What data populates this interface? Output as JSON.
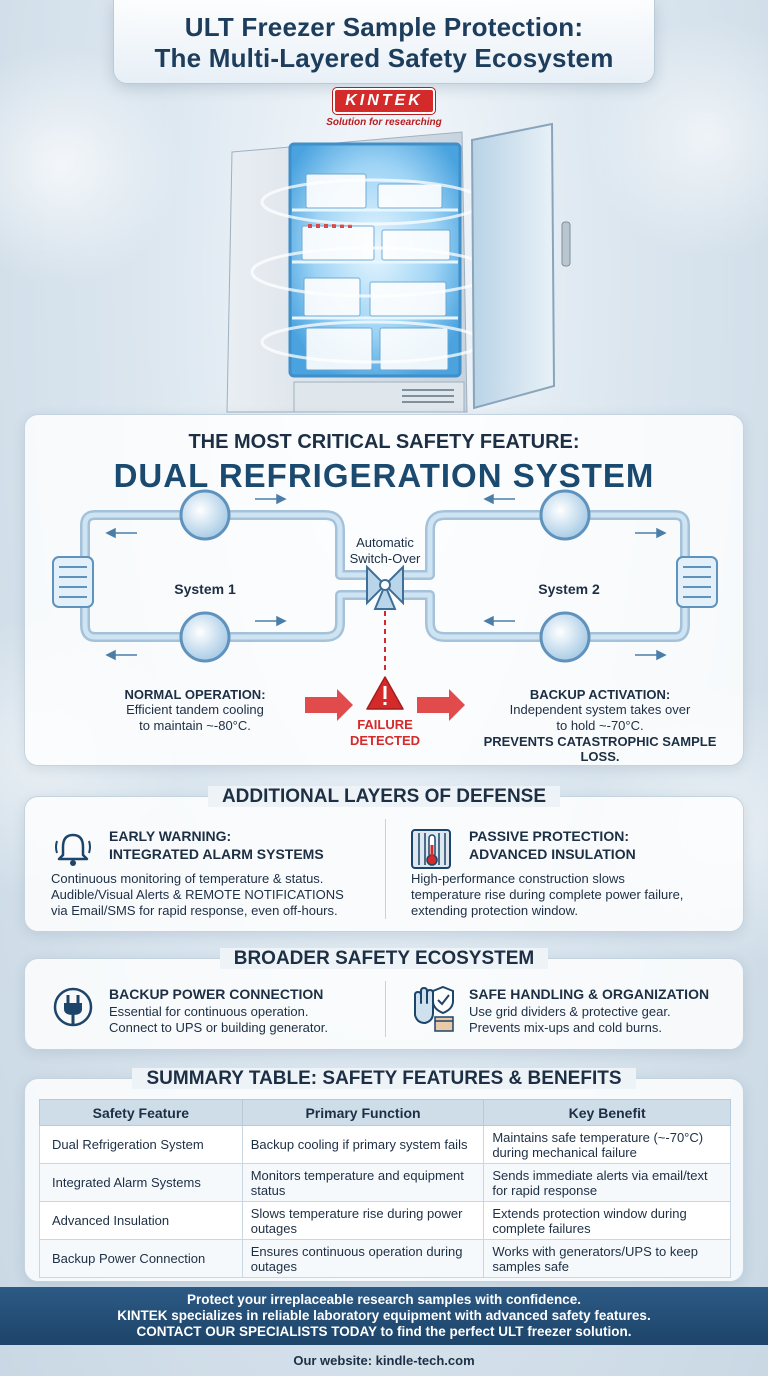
{
  "header": {
    "title_line1": "ULT Freezer Sample Protection:",
    "title_line2": "The Multi-Layered Safety Ecosystem",
    "logo_text": "KINTEK",
    "logo_tagline": "Solution for researching"
  },
  "dual": {
    "kicker": "THE MOST CRITICAL SAFETY FEATURE:",
    "title": "DUAL REFRIGERATION SYSTEM",
    "system1_label": "System 1",
    "system2_label": "System 2",
    "switch_line1": "Automatic",
    "switch_line2": "Switch-Over",
    "normal_head": "NORMAL OPERATION:",
    "normal_line1": "Efficient tandem cooling",
    "normal_line2": "to maintain ~-80°C.",
    "failure_line1": "FAILURE",
    "failure_line2": "DETECTED",
    "backup_head": "BACKUP ACTIVATION:",
    "backup_line1": "Independent system takes over",
    "backup_line2": "to hold ~-70°C.",
    "backup_line3": "PREVENTS CATASTROPHIC SAMPLE LOSS.",
    "colors": {
      "pipe": "#9fc6e4",
      "pipe_edge": "#5f93bd",
      "alert": "#d42a2a"
    }
  },
  "defense": {
    "title": "ADDITIONAL LAYERS OF DEFENSE",
    "alarm": {
      "icon": "bell-icon",
      "head1": "EARLY WARNING:",
      "head2": "INTEGRATED ALARM SYSTEMS",
      "body1": "Continuous monitoring of temperature & status.",
      "body2": "Audible/Visual Alerts & REMOTE NOTIFICATIONS",
      "body3": "via Email/SMS for rapid response, even off-hours."
    },
    "insulation": {
      "icon": "insulation-thermometer-icon",
      "head1": "PASSIVE PROTECTION:",
      "head2": "ADVANCED INSULATION",
      "body1": "High-performance construction slows",
      "body2": "temperature rise during complete power failure,",
      "body3": "extending protection window."
    }
  },
  "ecosystem": {
    "title": "BROADER SAFETY ECOSYSTEM",
    "power": {
      "icon": "plug-icon",
      "head": "BACKUP POWER CONNECTION",
      "body1": "Essential for continuous operation.",
      "body2": "Connect to UPS or building generator."
    },
    "handling": {
      "icon": "gloves-shield-icon",
      "head": "SAFE HANDLING & ORGANIZATION",
      "body1": "Use grid dividers & protective gear.",
      "body2": "Prevents mix-ups and cold burns."
    }
  },
  "table": {
    "title": "SUMMARY TABLE: SAFETY FEATURES & BENEFITS",
    "headers": [
      "Safety Feature",
      "Primary Function",
      "Key Benefit"
    ],
    "rows": [
      {
        "feature": "Dual Refrigeration System",
        "function": "Backup cooling if primary system fails",
        "benefit": "Maintains safe temperature (~-70°C) during mechanical failure"
      },
      {
        "feature": "Integrated Alarm Systems",
        "function": "Monitors temperature and equipment status",
        "benefit": "Sends immediate alerts via email/text for rapid response"
      },
      {
        "feature": "Advanced Insulation",
        "function": "Slows temperature rise during power outages",
        "benefit": "Extends protection window during complete failures"
      },
      {
        "feature": "Backup Power Connection",
        "function": "Ensures continuous operation during outages",
        "benefit": "Works with generators/UPS to keep samples safe"
      }
    ]
  },
  "footer": {
    "line1": "Protect your irreplaceable research samples with confidence.",
    "line2": "KINTEK specializes in reliable laboratory equipment with advanced safety features.",
    "line3": "CONTACT OUR SPECIALISTS TODAY to find the perfect ULT freezer solution.",
    "website": "Our website: kindle-tech.com"
  }
}
